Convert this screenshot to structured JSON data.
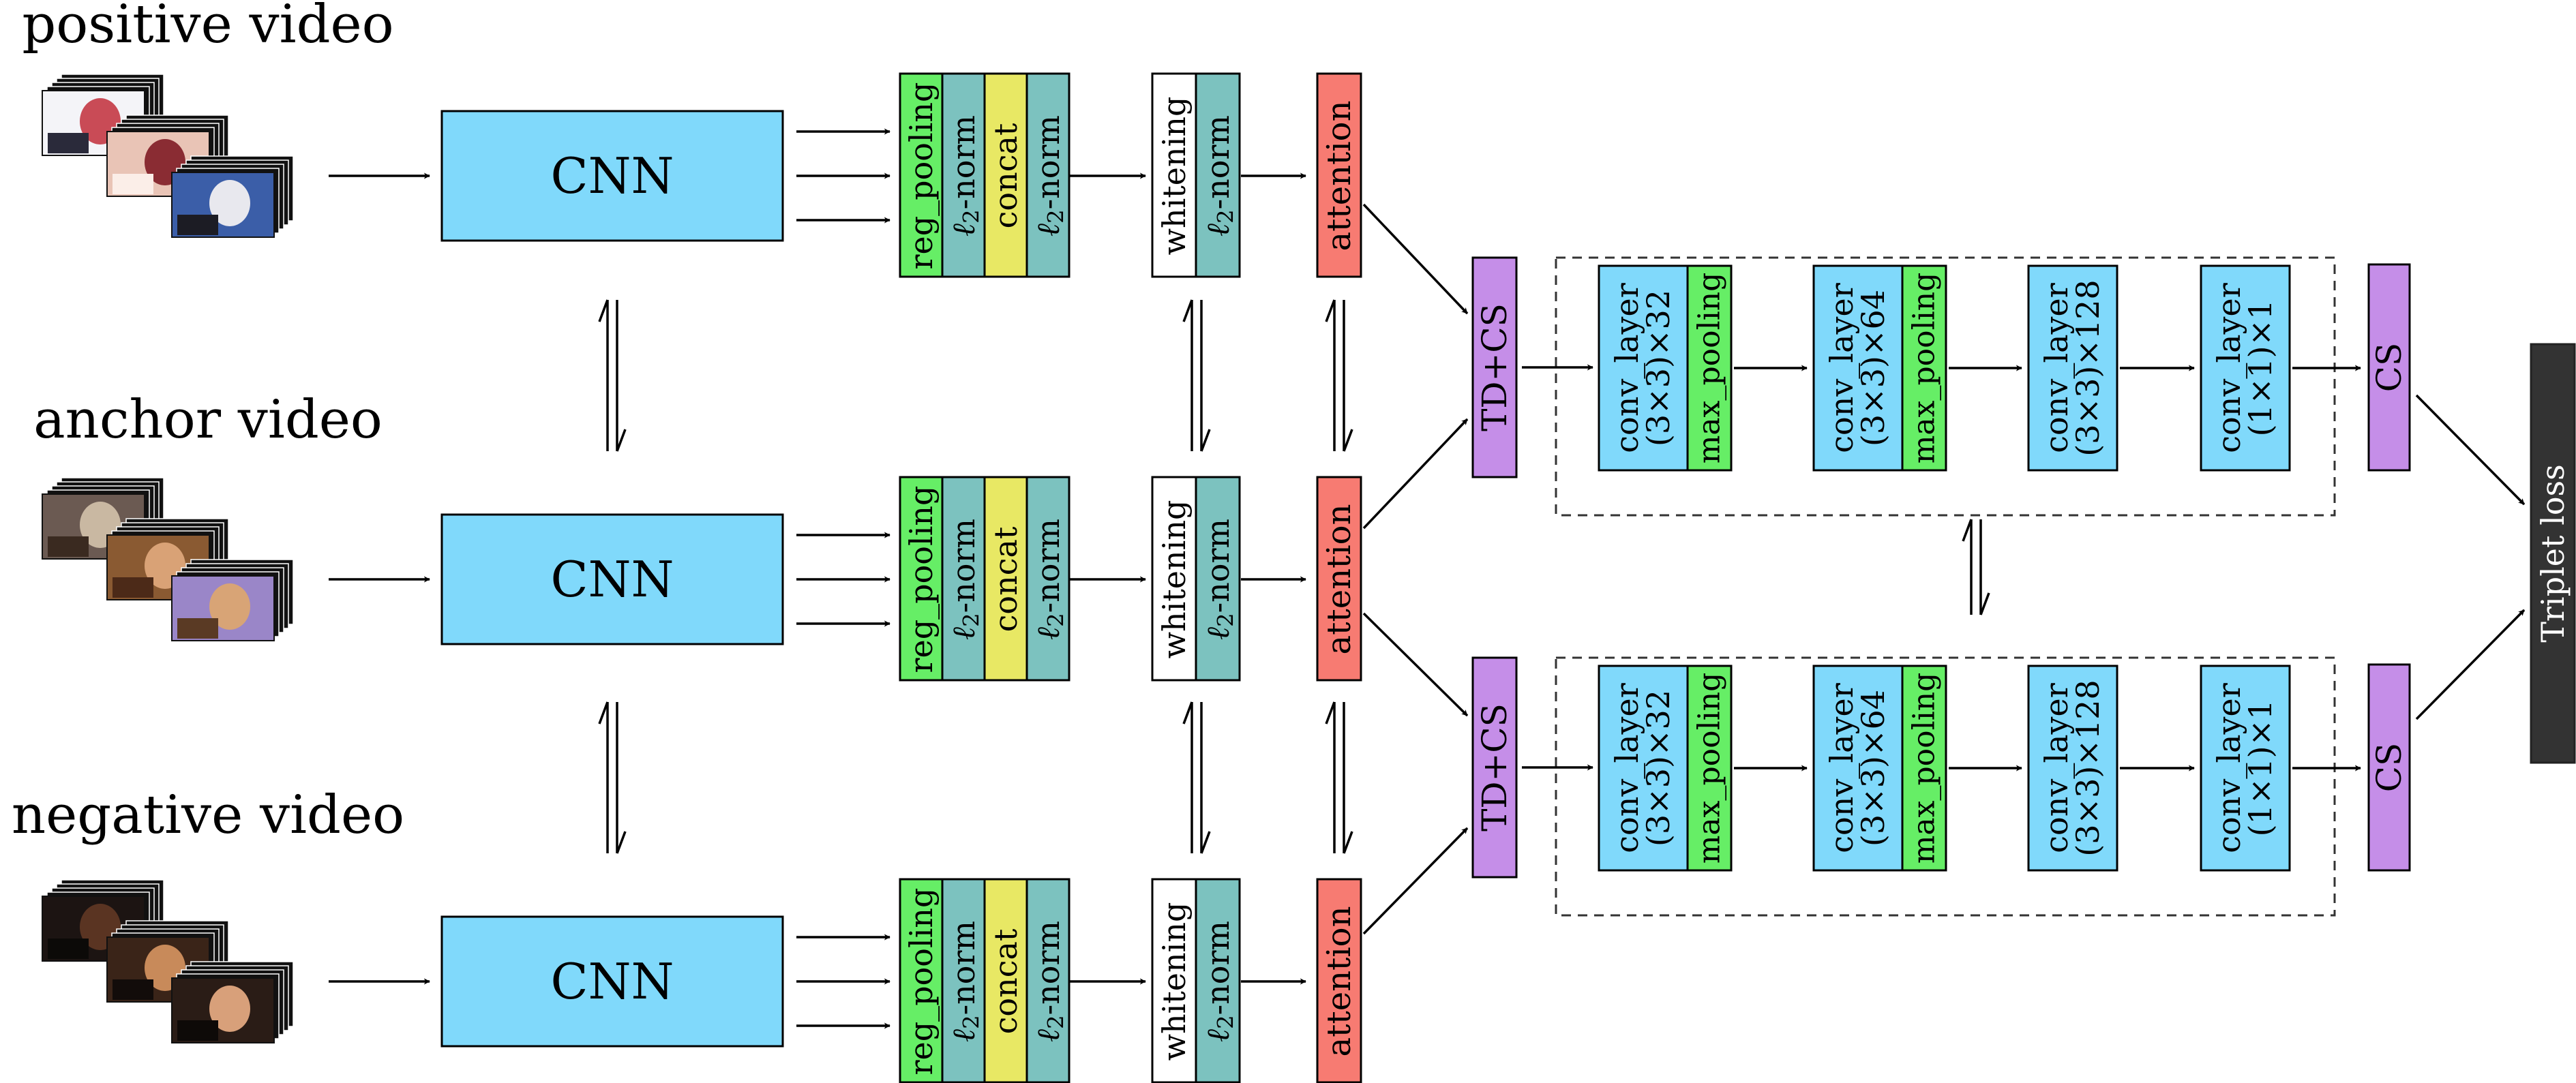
{
  "rows": [
    {
      "id": "positive",
      "label": "positive video"
    },
    {
      "id": "anchor",
      "label": "anchor video"
    },
    {
      "id": "negative",
      "label": "negative video"
    }
  ],
  "cnn_label": "CNN",
  "pooling_stack": [
    "reg_pooling",
    "ℓ2-norm",
    "concat",
    "ℓ2-norm"
  ],
  "whitening_stack": [
    "whitening",
    "ℓ2-norm"
  ],
  "attention_label": "attention",
  "tdcs_label": "TD+CS",
  "conv_blocks": [
    {
      "line1": "conv_layer",
      "line2": "(3×3)×32",
      "pool": "max_pooling"
    },
    {
      "line1": "conv_layer",
      "line2": "(3×3)×64",
      "pool": "max_pooling"
    },
    {
      "line1": "conv_layer",
      "line2": "(3×3)×128"
    },
    {
      "line1": "conv_layer",
      "line2": "(1×1)×1"
    }
  ],
  "cs_label": "CS",
  "loss_label": "Triplet loss",
  "colors": {
    "cnn": "#80d9fb",
    "reg_pooling": "#66ee66",
    "l2norm": "#7cc2bf",
    "concat": "#e8e864",
    "whitening": "#ffffff",
    "attention": "#f77b72",
    "tdcs": "#c58ee8",
    "conv": "#80d9fb",
    "maxpool": "#66ee66",
    "loss": "#333333"
  }
}
